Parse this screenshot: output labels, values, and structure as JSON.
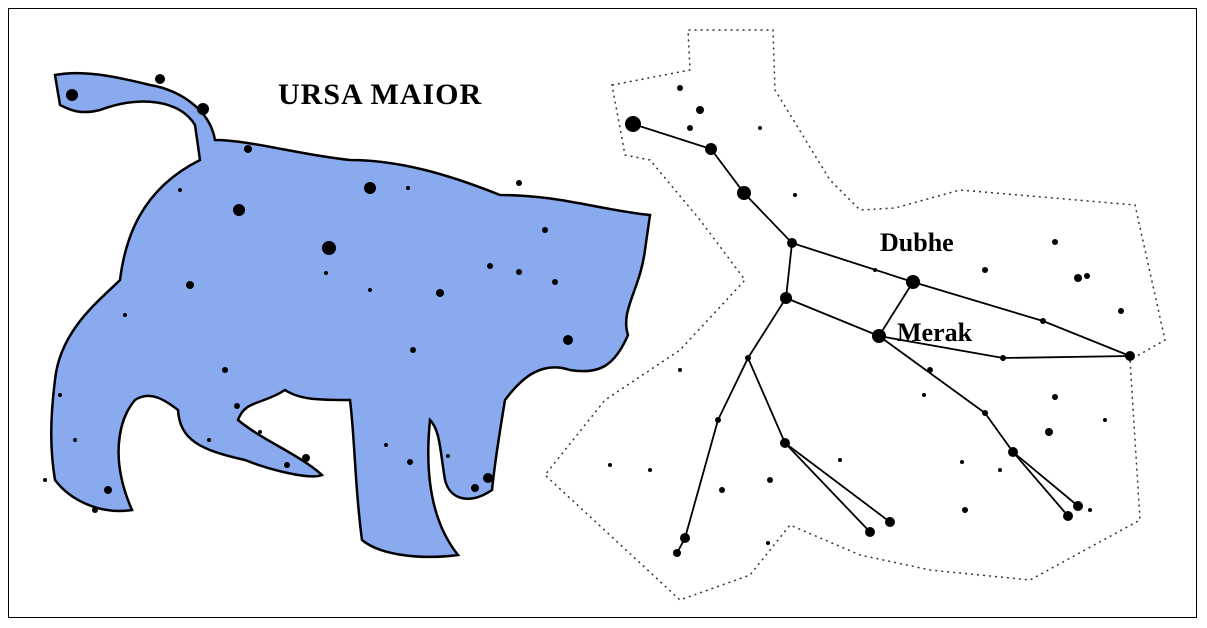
{
  "title": "URSA MAIOR",
  "labels": {
    "dubhe": "Dubhe",
    "merak": "Merak"
  },
  "colors": {
    "bear_fill": "#8aaaf0",
    "outline": "#000000",
    "background": "#ffffff"
  }
}
